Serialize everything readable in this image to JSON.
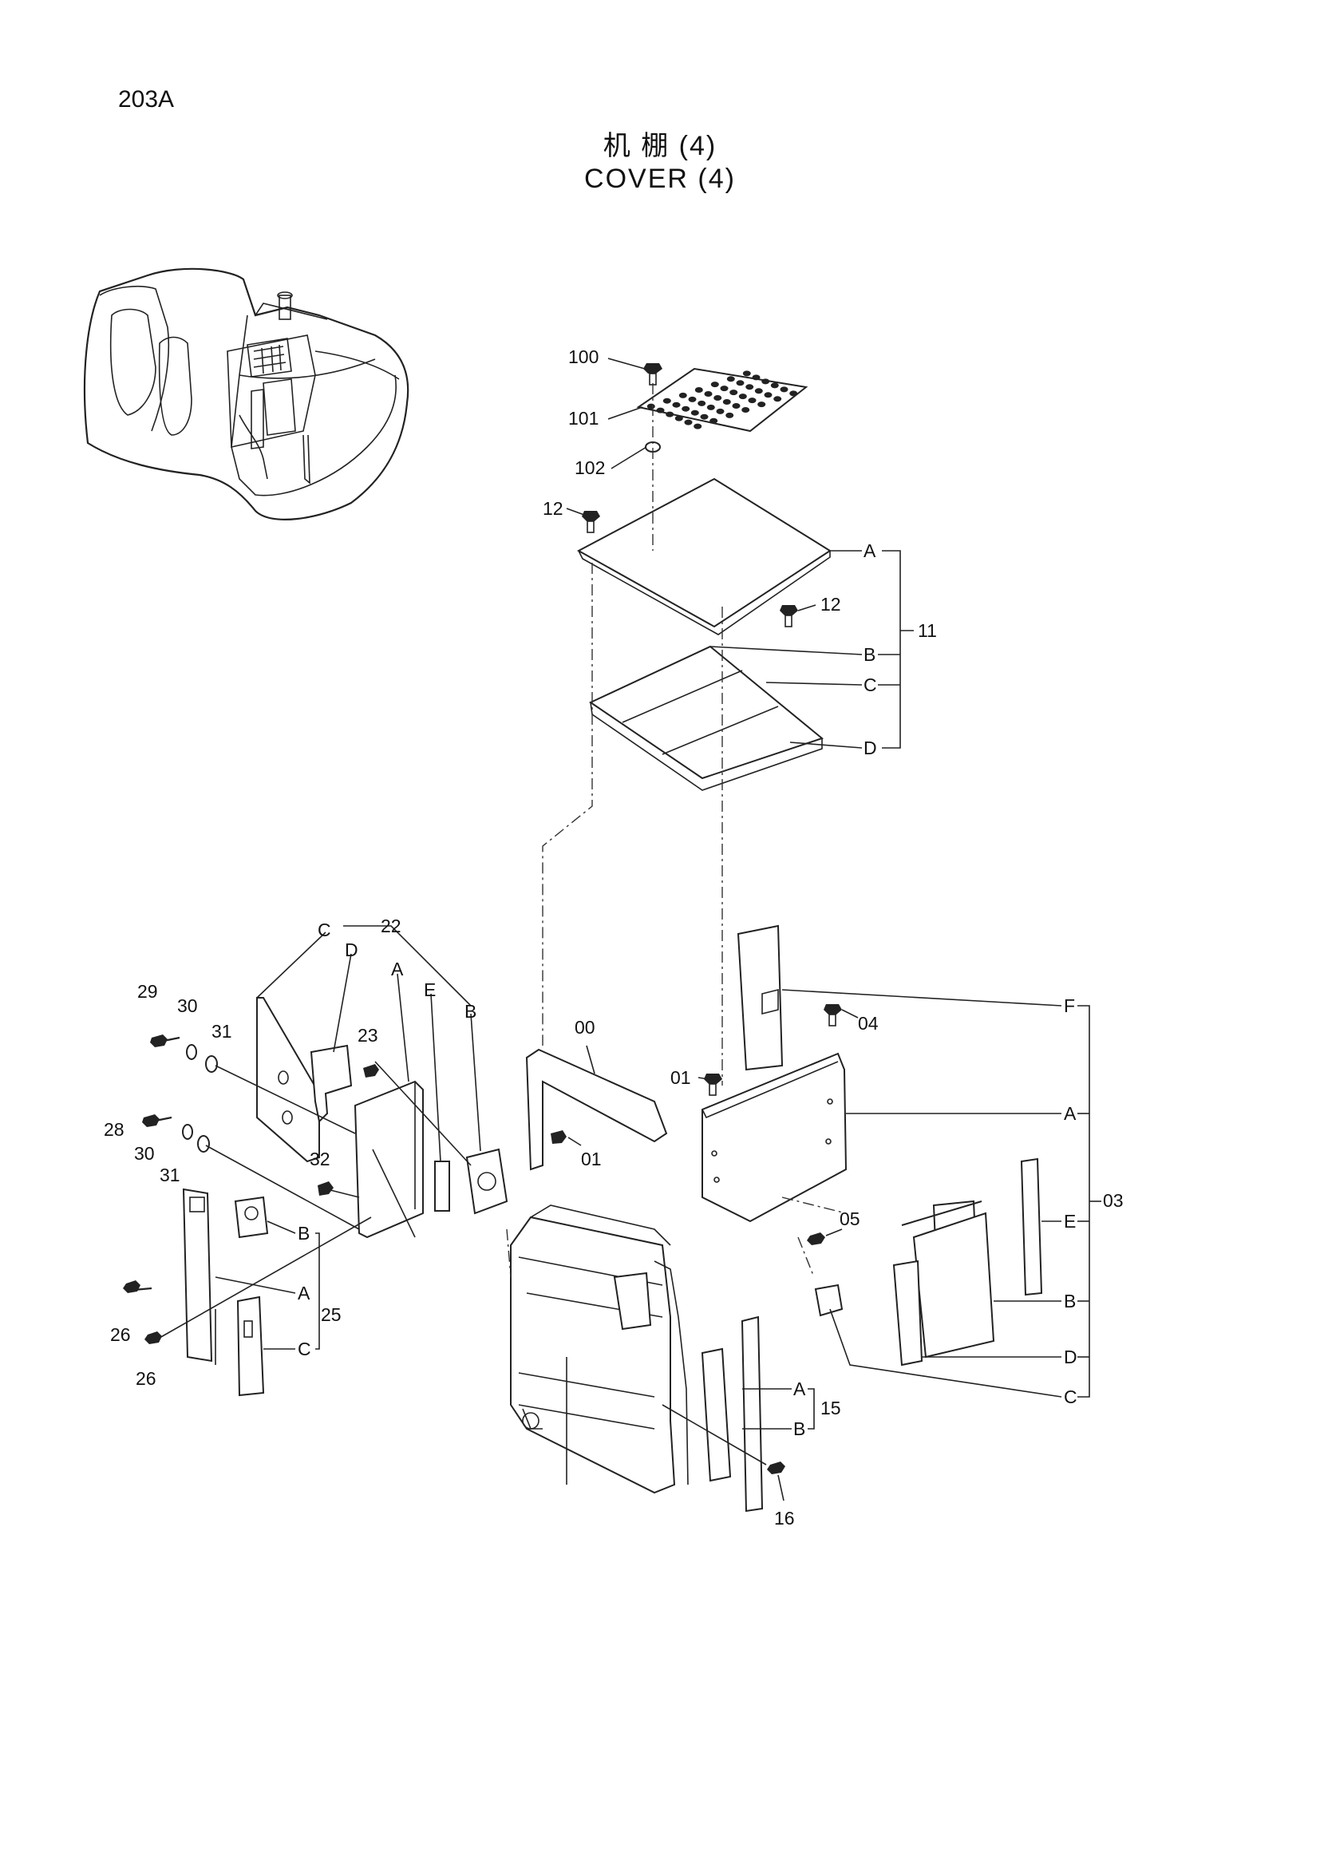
{
  "page": {
    "code": "203A"
  },
  "title": {
    "zh": "机 棚 (4)",
    "en": "COVER (4)"
  },
  "callouts": {
    "c100": "100",
    "c101": "101",
    "c102": "102",
    "c12a": "12",
    "c12b": "12",
    "c11": "11",
    "c11A": "A",
    "c11B": "B",
    "c11C": "C",
    "c11D": "D",
    "c22": "22",
    "c22C": "C",
    "c22D": "D",
    "c22A": "A",
    "c22E": "E",
    "c22B": "B",
    "c29": "29",
    "c30a": "30",
    "c31a": "31",
    "c23": "23",
    "c28": "28",
    "c30b": "30",
    "c31b": "31",
    "c32": "32",
    "c00": "00",
    "c01a": "01",
    "c01b": "01",
    "c04": "04",
    "c05": "05",
    "c03": "03",
    "c03F": "F",
    "c03A": "A",
    "c03E": "E",
    "c03B": "B",
    "c03D": "D",
    "c03C": "C",
    "c25": "25",
    "c25A": "A",
    "c25B": "B",
    "c25C": "C",
    "c26a": "26",
    "c26b": "26",
    "c15": "15",
    "c15A": "A",
    "c15B": "B",
    "c16": "16"
  }
}
